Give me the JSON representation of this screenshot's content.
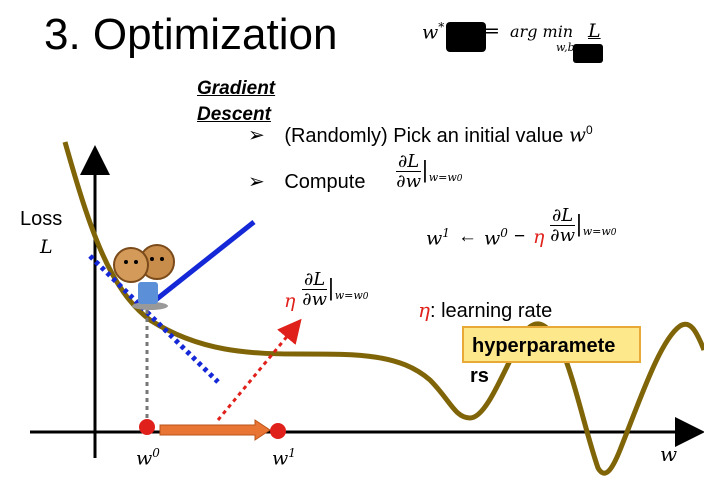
{
  "title": "3. Optimization",
  "formula": {
    "lhs": "w",
    "lhs_sup": "*",
    "equals": "=",
    "op": "arg min",
    "sub": "w,b",
    "rhs": "L"
  },
  "heading": {
    "line1": "Gradient",
    "line2": "Descent"
  },
  "bullets": [
    {
      "marker": "➢",
      "text": "(Randomly) Pick an initial value ",
      "var": "w",
      "sup": "0"
    },
    {
      "marker": "➢",
      "text": "Compute"
    }
  ],
  "derivative": {
    "num": "∂L",
    "den": "∂w",
    "eval": "w=w",
    "eval_sup": "0"
  },
  "update_rule": {
    "lhs": "w",
    "lhs_sup": "1",
    "arrow": "←",
    "w0": "w",
    "w0_sup": "0",
    "minus": "−",
    "eta": "η"
  },
  "step_label": {
    "eta": "η"
  },
  "learning_rate": {
    "eta": "η",
    "text": ": learning rate"
  },
  "hyperparameters": {
    "line1": "hyperparamete",
    "line2": "rs"
  },
  "axis": {
    "ylabel1": "Loss",
    "ylabel2": "L",
    "xlabel": "w",
    "tick_w0": "w",
    "tick_w0_sup": "0",
    "tick_w1": "w",
    "tick_w1_sup": "1"
  },
  "colors": {
    "curve": "#7f6508",
    "tangent": "#1428d8",
    "red": "#e0201b",
    "step_arrow": "#e97535",
    "box_fill": "#fde98b",
    "box_border": "#e9a936"
  }
}
